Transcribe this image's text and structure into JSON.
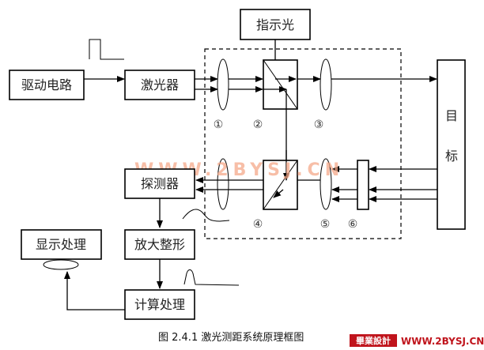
{
  "blocks": {
    "drive_circuit": "驱动电路",
    "laser": "激光器",
    "indicator_light": "指示光",
    "detector": "探测器",
    "amplify_shape": "放大整形",
    "display": "显示处理",
    "compute": "计算处理",
    "target": "目标",
    "target_chars": [
      "目",
      "标"
    ]
  },
  "markers": [
    "①",
    "②",
    "③",
    "④",
    "⑤",
    "⑥"
  ],
  "watermark": "WWW.2BYSJ.CN",
  "caption": "图 2.4.1 激光测距系统原理框图",
  "logo": {
    "badge": "畢業設計",
    "url": "WWW.2BYSJ.CN",
    "badge_color": "#c0141c"
  }
}
